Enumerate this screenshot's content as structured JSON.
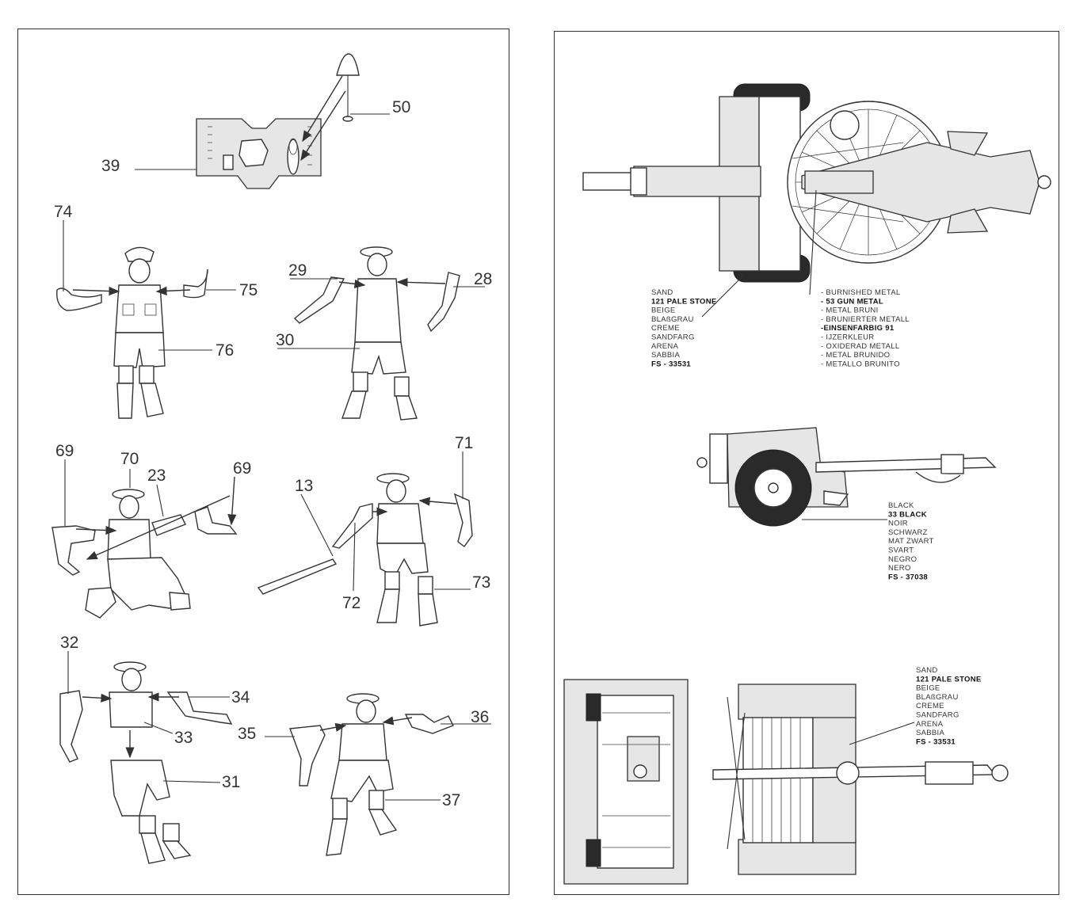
{
  "part_numbers": {
    "p50": "50",
    "p39": "39",
    "p74": "74",
    "p75": "75",
    "p76": "76",
    "p29": "29",
    "p28": "28",
    "p30": "30",
    "p69a": "69",
    "p70": "70",
    "p23": "23",
    "p69b": "69",
    "p13": "13",
    "p71": "71",
    "p72": "72",
    "p73": "73",
    "p32": "32",
    "p34": "34",
    "p33": "33",
    "p31": "31",
    "p35": "35",
    "p36": "36",
    "p37": "37"
  },
  "color_callouts": {
    "sand_top": [
      "SAND",
      "121 PALE STONE",
      "BEIGE",
      "BLAßGRAU",
      "CREME",
      "SANDFARG",
      "ARENA",
      "SABBIA",
      "FS - 33531"
    ],
    "metal": [
      "- BURNISHED METAL",
      "- 53 GUN METAL",
      "- METAL BRUNI",
      "- BRUNIERTER METALL",
      "-EINSENFARBIG 91",
      "- IJZERKLEUR",
      "- OXIDERAD METALL",
      "- METAL BRUNIDO",
      "- METALLO BRUNITO"
    ],
    "black": [
      "BLACK",
      "33 BLACK",
      "NOIR",
      "SCHWARZ",
      "MAT ZWART",
      "SVART",
      "NEGRO",
      "NERO",
      "FS - 37038"
    ],
    "sand_bottom": [
      "SAND",
      "121 PALE STONE",
      "BEIGE",
      "BLAßGRAU",
      "CREME",
      "SANDFARG",
      "ARENA",
      "SABBIA",
      "FS - 33531"
    ]
  },
  "bold_lines": {
    "sand_top": [
      1,
      8
    ],
    "metal": [
      1,
      4
    ],
    "black": [
      1,
      8
    ],
    "sand_bottom": [
      1,
      8
    ]
  },
  "colors": {
    "ink": "#333333",
    "paper": "#ffffff",
    "tire": "#2a2a2a"
  }
}
